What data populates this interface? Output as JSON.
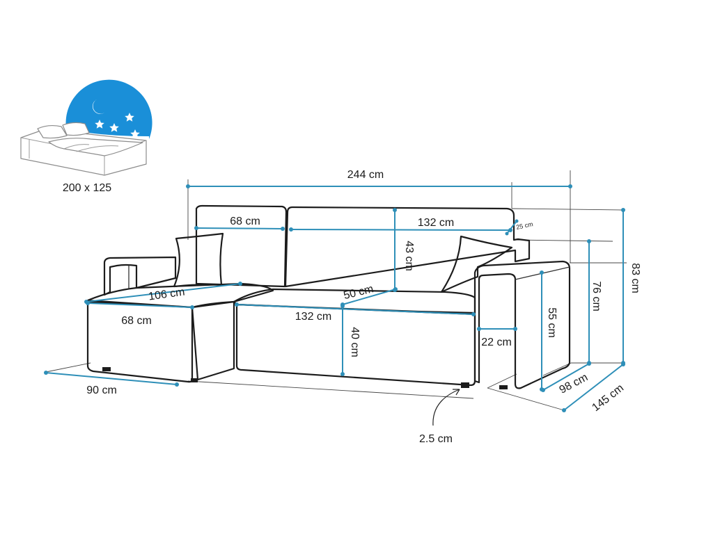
{
  "bed_icon": {
    "size_label": "200 x 125",
    "night_color": "#1a8fd8",
    "icons": [
      "moon-icon",
      "star-icon"
    ]
  },
  "dimension_color": "#2e8fb8",
  "labels": {
    "total_width": "244 cm",
    "left_back_width": "68 cm",
    "right_back_width": "132 cm",
    "back_cushion_depth": "25 cm",
    "back_height": "43 cm",
    "total_height": "83 cm",
    "armrest_height": "76 cm",
    "seat_to_floor_height": "55 cm",
    "chaise_length": "106 cm",
    "seat_depth": "50 cm",
    "chaise_width": "68 cm",
    "seat_width": "132 cm",
    "seat_front_height": "40 cm",
    "armrest_width": "22 cm",
    "base_depth": "90 cm",
    "depth": "98 cm",
    "chaise_depth": "145 cm",
    "leg_height": "2.5 cm"
  }
}
